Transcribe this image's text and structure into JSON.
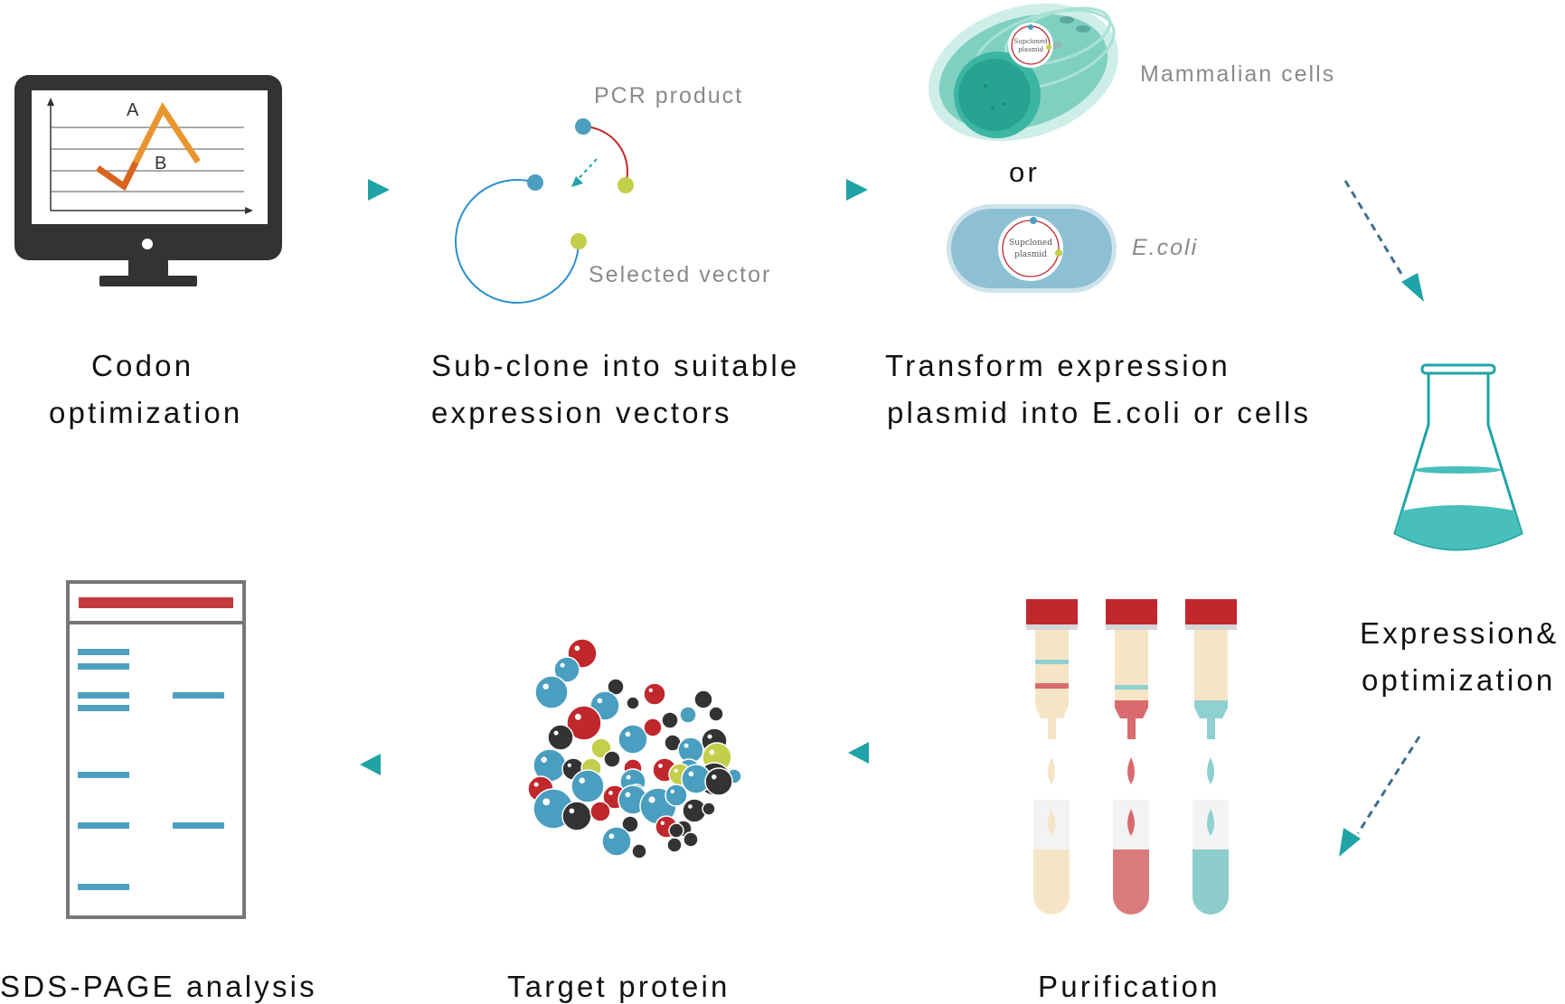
{
  "steps": {
    "codon": {
      "line1": "Codon",
      "line2": "optimization",
      "chart_label_a": "A",
      "chart_label_b": "B"
    },
    "subclone": {
      "line1": "Sub-clone into suitable",
      "line2": "expression vectors",
      "pcr_label": "PCR product",
      "vector_label": "Selected vector"
    },
    "transform": {
      "line1": "Transform expression",
      "line2": "plasmid into E.coli or cells",
      "mammalian_label": "Mammalian cells",
      "or_label": "or",
      "ecoli_label": "E.coli",
      "plasmid_label_1": "Supcloned",
      "plasmid_label_2": "plasmid"
    },
    "expression": {
      "line1": "Expression&",
      "line2": "optimization"
    },
    "purification": {
      "label": "Purification"
    },
    "target": {
      "label": "Target protein"
    },
    "sds": {
      "label": "SDS-PAGE analysis"
    }
  },
  "colors": {
    "teal": "#1fa3a6",
    "blue_dot": "#4a9ec0",
    "green_dot": "#c3cf4a",
    "red": "#c0282d",
    "orange": "#e07b2a",
    "dark": "#333333",
    "gel_band": "#4ea0bf"
  }
}
